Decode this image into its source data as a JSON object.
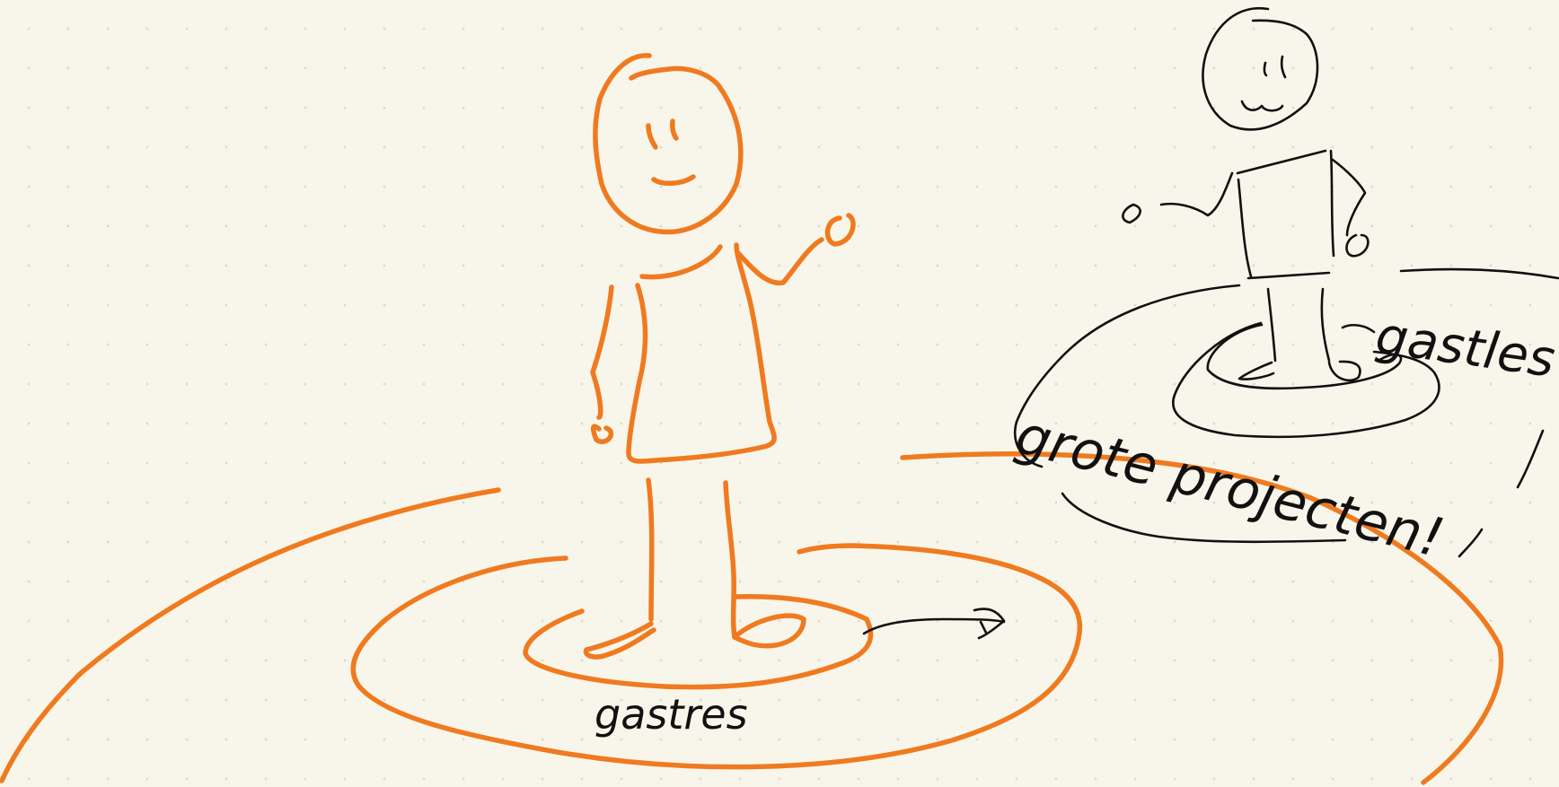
{
  "colors": {
    "background": "#f8f6ea",
    "dot_grid": "#dcd9c8",
    "orange_ink": "#f07a1f",
    "black_ink": "#111111"
  },
  "labels": {
    "orange_figure_circle": "gastres",
    "black_figure_circle": "gastles",
    "big_circle": "grote projecten!"
  }
}
